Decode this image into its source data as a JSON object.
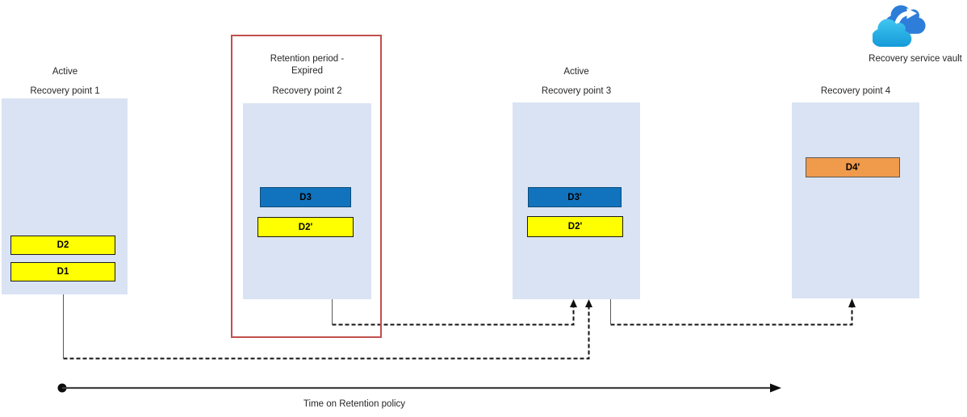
{
  "recovery_points": [
    {
      "status": "Active",
      "title": "Recovery point 1",
      "items": [
        {
          "label": "D2",
          "color": "yellow"
        },
        {
          "label": "D1",
          "color": "yellow"
        }
      ]
    },
    {
      "status": "Retention period -\nExpired",
      "title": "Recovery point 2",
      "items": [
        {
          "label": "D3",
          "color": "blue"
        },
        {
          "label": "D2'",
          "color": "yellow"
        }
      ]
    },
    {
      "status": "Active",
      "title": "Recovery point 3",
      "items": [
        {
          "label": "D3'",
          "color": "blue"
        },
        {
          "label": "D2'",
          "color": "yellow"
        }
      ]
    },
    {
      "status": "",
      "title": "Recovery point 4",
      "items": [
        {
          "label": "D4'",
          "color": "orange"
        }
      ]
    }
  ],
  "vault": {
    "label": "Recovery service vault",
    "icon": "cloud-sync-icon"
  },
  "timeline": {
    "label": "Time on Retention policy"
  },
  "colors": {
    "box_fill": "#dae3f3",
    "yellow": "#ffff00",
    "blue": "#1173bd",
    "orange": "#f09a4c",
    "red_outline": "#c0504d",
    "connector": "#000000",
    "timeline": "#404040"
  }
}
